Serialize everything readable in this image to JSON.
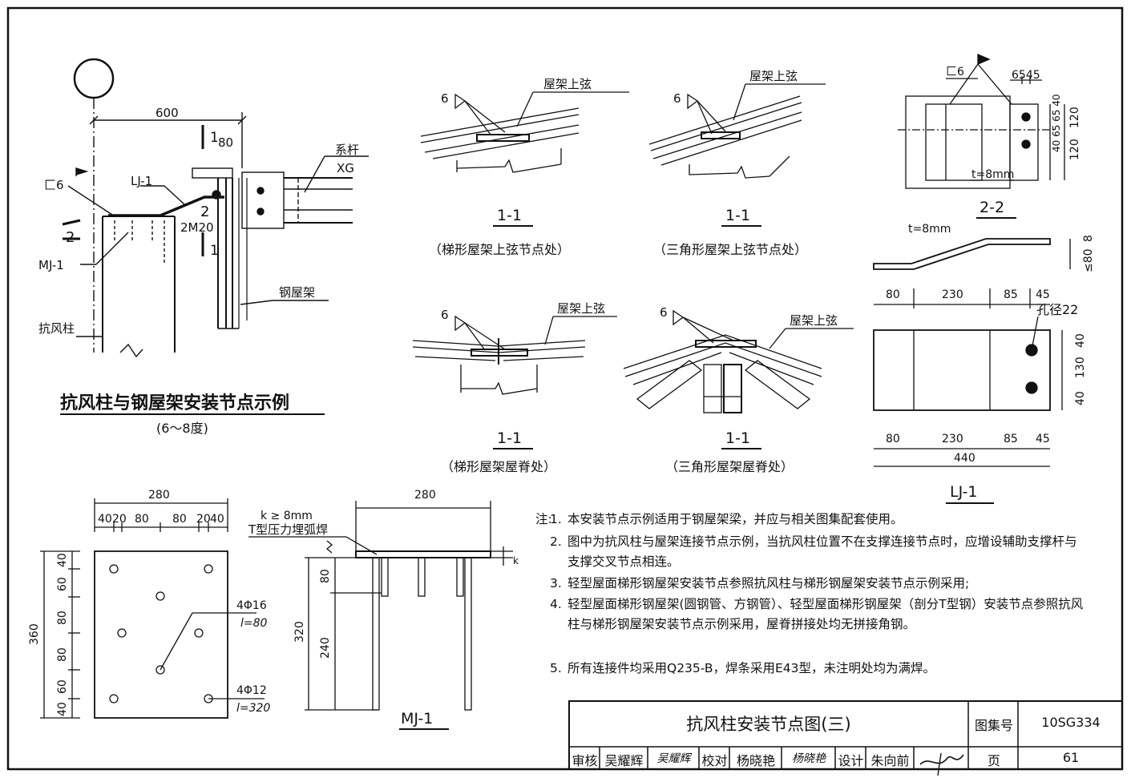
{
  "main": {
    "title": "抗风柱与钢屋架安装节点示例",
    "subtitle": "(6～8度)",
    "dim_600": "600",
    "dim_80": "80",
    "label_1": "1",
    "label_2": "2",
    "label_c6": "匚6",
    "label_lj1": "LJ-1",
    "label_xigan": "系杆",
    "label_xg": "XG",
    "label_2m20": "2M20",
    "label_mj1": "MJ-1",
    "label_gangwujia": "钢屋架",
    "label_kangfengzhu": "抗风柱"
  },
  "sections": {
    "mark": "1-1",
    "weld": "6",
    "chord": "屋架上弦",
    "cap_a": "（梯形屋架上弦节点处）",
    "cap_b": "（三角形屋架上弦节点处）",
    "cap_c": "（梯形屋架屋脊处）",
    "cap_d": "（三角形屋架屋脊处）"
  },
  "s22": {
    "mark": "2-2",
    "c6": "匚6",
    "dims_top": "6545",
    "dim_v1": "120",
    "dim_v2": "120",
    "dims_side": "40 65 65 40",
    "thickness": "t=8mm"
  },
  "lj1": {
    "title": "LJ-1",
    "thickness": "t=8mm",
    "dim_h": "≤80",
    "dim_8": "8",
    "d80": "80",
    "d230": "230",
    "d85": "85",
    "d45": "45",
    "total": "440",
    "hole": "孔径22",
    "v40a": "40",
    "v130": "130",
    "v40b": "40"
  },
  "mj_plan": {
    "width": "280",
    "d40a": "40",
    "d20a": "20",
    "d80a": "80",
    "d80b": "80",
    "d20b": "20",
    "d40b": "40",
    "height": "360",
    "v40a": "40",
    "v60a": "60",
    "v80a": "80",
    "v80b": "80",
    "v60b": "60",
    "v40b": "40",
    "bar1": "4Φ16",
    "bar1_len": "l=80",
    "bar2": "4Φ12",
    "bar2_len": "l=320"
  },
  "mj_elev": {
    "title": "MJ-1",
    "width": "280",
    "weld_k": "k ≥ 8mm",
    "weld_type": "T型压力埋弧焊",
    "k": "k",
    "d320": "320",
    "d80": "80",
    "d240": "240"
  },
  "notes": {
    "head": "注:",
    "items": [
      {
        "num": "1.",
        "text": "本安装节点示例适用于钢屋架梁，并应与相关图集配套使用。"
      },
      {
        "num": "2.",
        "text": "图中为抗风柱与屋架连接节点示例，当抗风柱位置不在支撑连接节点时，应增设辅助支撑杆与支撑交叉节点相连。"
      },
      {
        "num": "3.",
        "text": "轻型屋面梯形钢屋架安装节点参照抗风柱与梯形钢屋架安装节点示例采用;"
      },
      {
        "num": "4.",
        "text": "轻型屋面梯形钢屋架(圆钢管、方钢管）、轻型屋面梯形钢屋架（剖分T型钢）安装节点参照抗风柱与梯形钢屋架安装节点示例采用，屋脊拼接处均无拼接角钢。"
      },
      {
        "num": "5.",
        "text": "所有连接件均采用Q235-B，焊条采用E43型，未注明处均为满焊。"
      }
    ]
  },
  "titleblock": {
    "title": "抗风柱安装节点图(三)",
    "atlas_label": "图集号",
    "atlas_no": "10SG334",
    "shenhe": "审核",
    "shenhe_name": "吴耀辉",
    "shenhe_sig": "吴耀辉",
    "jiaodui": "校对",
    "jiaodui_name": "杨晓艳",
    "jiaodui_sig": "杨晓艳",
    "sheji": "设计",
    "sheji_name": "朱向前",
    "page_label": "页",
    "page_no": "61"
  }
}
